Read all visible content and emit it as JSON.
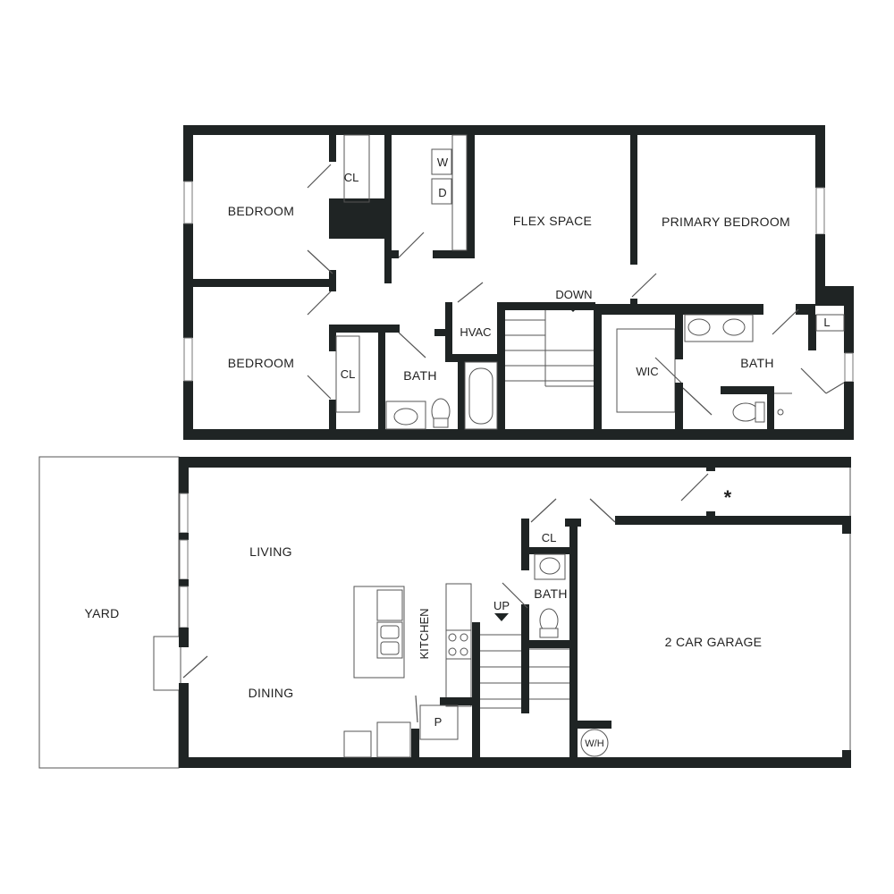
{
  "upper_floor": {
    "rooms": {
      "bedroom_1": "BEDROOM",
      "closet_1": "CL",
      "washer": "W",
      "dryer": "D",
      "flex_space": "FLEX SPACE",
      "primary_bedroom": "PRIMARY BEDROOM",
      "bedroom_2": "BEDROOM",
      "closet_2": "CL",
      "bath_hall": "BATH",
      "hvac": "HVAC",
      "stairs_down": "DOWN",
      "wic": "WIC",
      "bath_primary": "BATH",
      "linen": "L"
    }
  },
  "lower_floor": {
    "rooms": {
      "yard": "YARD",
      "living": "LIVING",
      "dining": "DINING",
      "kitchen": "KITCHEN",
      "pantry": "P",
      "closet": "CL",
      "half_bath": "BATH",
      "stairs_up": "UP",
      "garage": "2 CAR GARAGE",
      "water_heater": "W/H",
      "asterisk": "*"
    }
  }
}
